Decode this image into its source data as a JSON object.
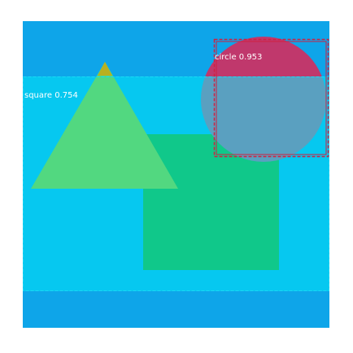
{
  "scene": {
    "background_color": "#ffffff",
    "canvas_color": "#0ea5e9",
    "shapes": [
      {
        "kind": "band",
        "color": "#06c8f0"
      },
      {
        "kind": "square",
        "color": "#10c88a"
      },
      {
        "kind": "triangle",
        "color": "#52d880"
      },
      {
        "kind": "triangle-tip",
        "color": "#b8b020"
      },
      {
        "kind": "circle",
        "color": "#c0386c"
      }
    ]
  },
  "detections": [
    {
      "label": "square 0.754",
      "class": "square",
      "score": 0.754,
      "box_color": "#1ad8f6",
      "fill_color": "#5cd8f0"
    },
    {
      "label": "circle 0.953",
      "class": "circle",
      "score": 0.953,
      "box_color": "#d02040",
      "fill_color": "#5aa0c0"
    }
  ]
}
